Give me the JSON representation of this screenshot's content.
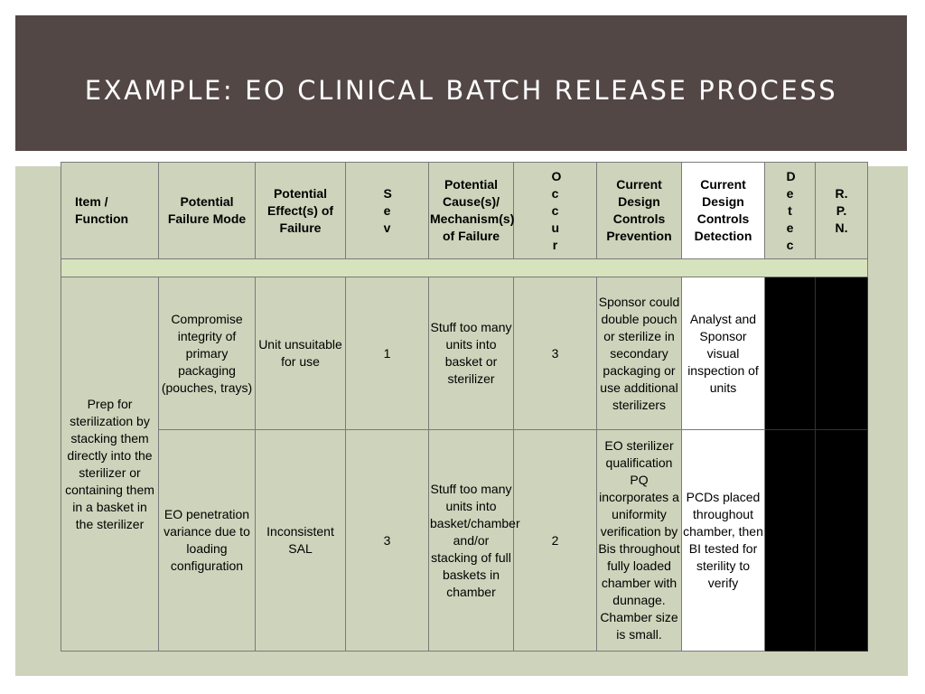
{
  "slide": {
    "title": "EXAMPLE: EO CLINICAL BATCH RELEASE PROCESS",
    "colors": {
      "title_band": "#534746",
      "content_band": "#ced3bb",
      "spacer_row": "#d7e3bc",
      "black_cells": "#000000"
    }
  },
  "table": {
    "headers": {
      "item": "Item / Function",
      "failure_mode": "Potential Failure Mode",
      "effects": "Potential Effect(s) of Failure",
      "sev": "S e v",
      "causes": "Potential Cause(s)/ Mechanism(s) of Failure",
      "occur": "O c c u r",
      "prevention": "Current Design Controls Prevention",
      "detection": "Current Design Controls Detection",
      "detec": "D e t e c",
      "rpn": "R. P. N."
    },
    "item_function": "Prep for sterilization by stacking them directly into the sterilizer or containing them in a basket in the sterilizer",
    "rows": [
      {
        "failure_mode": "Compromise integrity of primary packaging (pouches, trays)",
        "effects": "Unit unsuitable for use",
        "sev": "1",
        "causes": "Stuff too many units into basket or sterilizer",
        "occur": "3",
        "prevention": "Sponsor could double pouch or sterilize in secondary packaging or use additional sterilizers",
        "detection": "Analyst and Sponsor visual inspection of units"
      },
      {
        "failure_mode": "EO penetration variance due to loading configuration",
        "effects": "Inconsistent SAL",
        "sev": "3",
        "causes": "Stuff too many units into basket/chamber and/or stacking of full baskets in chamber",
        "occur": "2",
        "prevention": "EO sterilizer qualification PQ incorporates a uniformity verification by Bis throughout fully loaded chamber with dunnage. Chamber size is small.",
        "detection": "PCDs placed throughout chamber, then BI tested for sterility to verify"
      }
    ]
  }
}
